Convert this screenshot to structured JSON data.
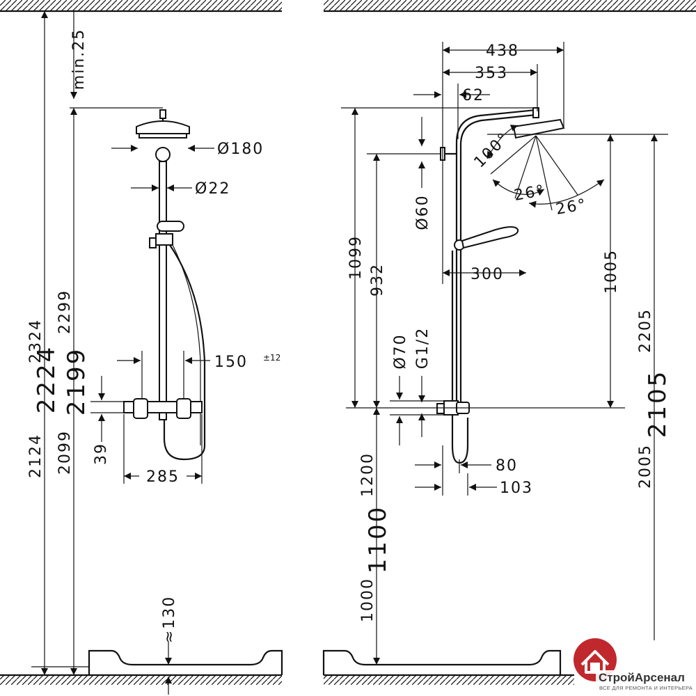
{
  "left_view": {
    "d_2324": "2324",
    "d_2224": "2224",
    "d_2124": "2124",
    "d_2299": "2299",
    "d_2199": "2199",
    "d_2099": "2099",
    "d_min25": "min.25",
    "d_180": "Ø180",
    "d_22": "Ø22",
    "d_150": "150",
    "d_150_tol": "±12",
    "d_39": "39",
    "d_285": "285",
    "d_130": "≈130"
  },
  "right_view": {
    "d_438": "438",
    "d_353": "353",
    "d_62": "62",
    "d_100deg": "100°",
    "d_26deg_a": "26°",
    "d_26deg_b": "26°",
    "d_60": "Ø60",
    "d_300": "300",
    "d_1099": "1099",
    "d_932": "932",
    "d_70": "Ø70",
    "d_g12": "G1/2",
    "d_1005": "1005",
    "d_2205": "2205",
    "d_2105": "2105",
    "d_2005": "2005",
    "d_1200": "1200",
    "d_1100": "1100",
    "d_1000": "1000",
    "d_80": "80",
    "d_103": "103"
  },
  "logo": {
    "name": "СтройАрсенал",
    "tagline": "ВСЕ ДЛЯ РЕМОНТА И ИНТЕРЬЕРА",
    "accent_color": "#c0282d"
  }
}
